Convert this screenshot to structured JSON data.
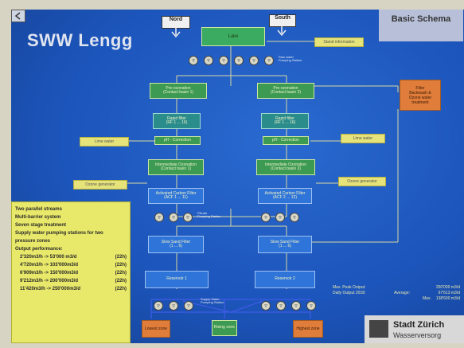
{
  "title": "SWW Lengg",
  "schema_label": "Basic Schema",
  "directions": {
    "north": "Nord",
    "south": "South"
  },
  "lake": "Lake",
  "lake_pumping": "Raw water\nPumping Station",
  "stand_info": "Stand information",
  "pre_ozonation": [
    "Pre-ozonation\n(Contact basin 1)",
    "Pre-ozonation\n(Contact basin 2)"
  ],
  "rapid_filter": [
    "Rapid filter\n(RF 1 ... 16)",
    "Rapid filter\n(RF 1 ... 16)"
  ],
  "ph_correction": [
    "pH - Correction",
    "pH - Correction"
  ],
  "lime_water": [
    "Lime water",
    "Lime water"
  ],
  "intermediate_ozonation": [
    "Intermediate Ozonation\n(Contact basin 1)",
    "Intermediate Ozonation\n(Contact basin 2)"
  ],
  "ozone_generator": [
    "Ozone generator",
    "Ozone generator"
  ],
  "activated_carbon": [
    "Activated Carbon Filter\n(ACF 1 ... 11)",
    "Activated Carbon Filter\n(ACF 2 ... 12)"
  ],
  "filtrate_pumping": "Filtrate\nPumping Station",
  "slow_sand": [
    "Slow Sand Filter\n(1 ... 6)",
    "Slow Sand Filter\n(1 ... 6)"
  ],
  "reservoir": [
    "Reservoir 1",
    "Reservoir 2"
  ],
  "supply_pumping": "Supply Water\nPumping Station",
  "filter_backwash": "Filter\nBackwash &\nOzone water\ntreatment",
  "zones": [
    "Lowest zone",
    "Rising zone",
    "Highest zone"
  ],
  "panel": {
    "lines": [
      "Two parallel streams",
      "Multi-barrier system",
      "Seven stage treatment",
      "Supply water pumping stations for two",
      "pressure zones",
      "Output performance:"
    ],
    "performance": [
      {
        "value": "2'320m3/h -> 53'000 m3/d",
        "hours": "(22h)"
      },
      {
        "value": "4'720m3/h -> 103'000m3/d",
        "hours": "(22h)"
      },
      {
        "value": "6'909m3/h -> 150'000m3/d",
        "hours": "(22h)"
      },
      {
        "value": "9'212m3/h -> 200'000m3/d",
        "hours": "(22h)"
      },
      {
        "value": "11'420m3/h -> 250'000m3/d",
        "hours": "(22h)"
      }
    ]
  },
  "stats": {
    "max_peak_label": "Max. Peak Output:",
    "max_peak_value": "250'000 m3/d",
    "daily_label": "Daily Output 2018:",
    "average_label": "Average:",
    "average_value": "67'613 m3/d",
    "max_label": "Max.",
    "max_value": "138'600 m3/d"
  },
  "brand": {
    "line1": "Stadt Zürich",
    "line2": "Wasserversorg"
  },
  "colors": {
    "background": "#1c55bb",
    "stage_green": "#3c9a52",
    "carbon_teal": "#2b8c8c",
    "sand_blue": "#2f74d8",
    "label_yellow": "#e6e37a",
    "side_orange": "#e07d3a"
  }
}
